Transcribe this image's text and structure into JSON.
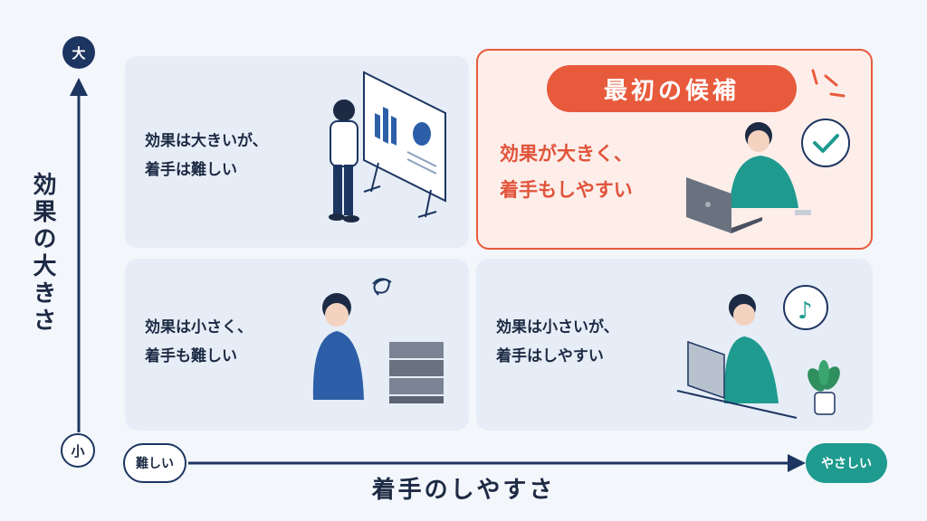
{
  "y_axis": {
    "label": "効果の大きさ",
    "top": "大",
    "bottom": "小"
  },
  "x_axis": {
    "label": "着手のしやすさ",
    "left": "難しい",
    "right": "やさしい"
  },
  "quadrants": {
    "top_left": {
      "line1": "効果は大きいが、",
      "line2": "着手は難しい"
    },
    "top_right": {
      "badge": "最初の候補",
      "line1": "効果が大きく、",
      "line2": "着手もしやすい"
    },
    "bottom_left": {
      "line1": "効果は小さく、",
      "line2": "着手も難しい"
    },
    "bottom_right": {
      "line1": "効果は小さいが、",
      "line2": "着手はしやすい"
    }
  },
  "colors": {
    "navy": "#1d3561",
    "highlight": "#e85a3c",
    "highlight_bg": "#fdeeea",
    "teal": "#1f9a8f",
    "quadrant_bg": "#e6edf6"
  },
  "icons": [
    "presentation-board-icon",
    "laptop-icon",
    "checkmark-bubble-icon",
    "stacked-servers-icon",
    "clipboard-icon",
    "music-note-bubble-icon",
    "potted-plant-icon",
    "squiggle-thought-icon"
  ]
}
